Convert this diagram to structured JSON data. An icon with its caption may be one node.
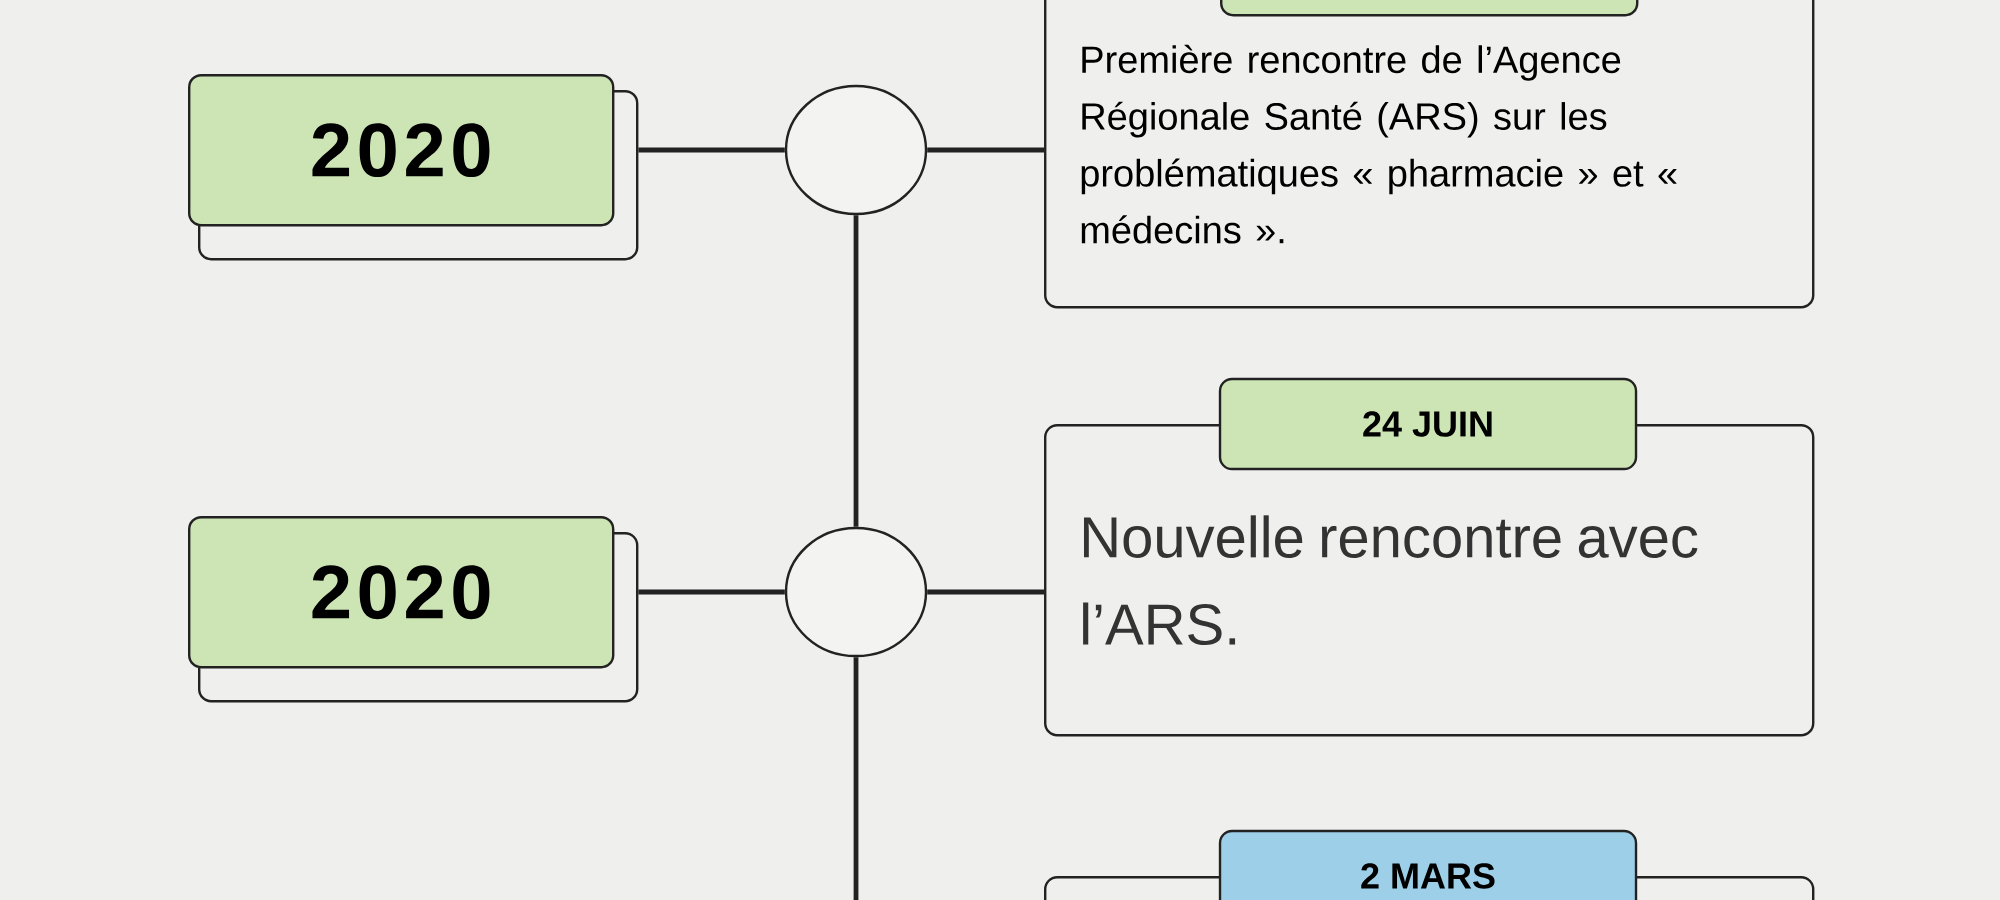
{
  "diagram": {
    "nodes": [
      {
        "text": [
          "2020"
        ]
      },
      {
        "text": [],
        "shape": "circle"
      },
      {
        "text": [],
        "shape": "box"
      },
      {
        "text": [
          "Première rencontre de l’Agence Régionale Santé (ARS) sur les problématiques « pharmacie » et « médecins »."
        ]
      },
      {
        "text": [
          "2020"
        ]
      },
      {
        "text": [],
        "shape": "circle"
      },
      {
        "text": [
          "24 JUIN",
          "Nouvelle rencontre avec l’ARS."
        ]
      },
      {
        "text": [
          "2 MARS"
        ]
      }
    ],
    "edges": [
      {
        "from": 0,
        "to": 1,
        "arrow": "none"
      },
      {
        "from": 1,
        "to": 3,
        "arrow": "none"
      },
      {
        "from": 1,
        "to": 5,
        "arrow": "none"
      },
      {
        "from": 4,
        "to": 5,
        "arrow": "none"
      },
      {
        "from": 5,
        "to": 6,
        "arrow": "none"
      },
      {
        "from": 5,
        "to": null,
        "arrow": "none"
      }
    ]
  }
}
